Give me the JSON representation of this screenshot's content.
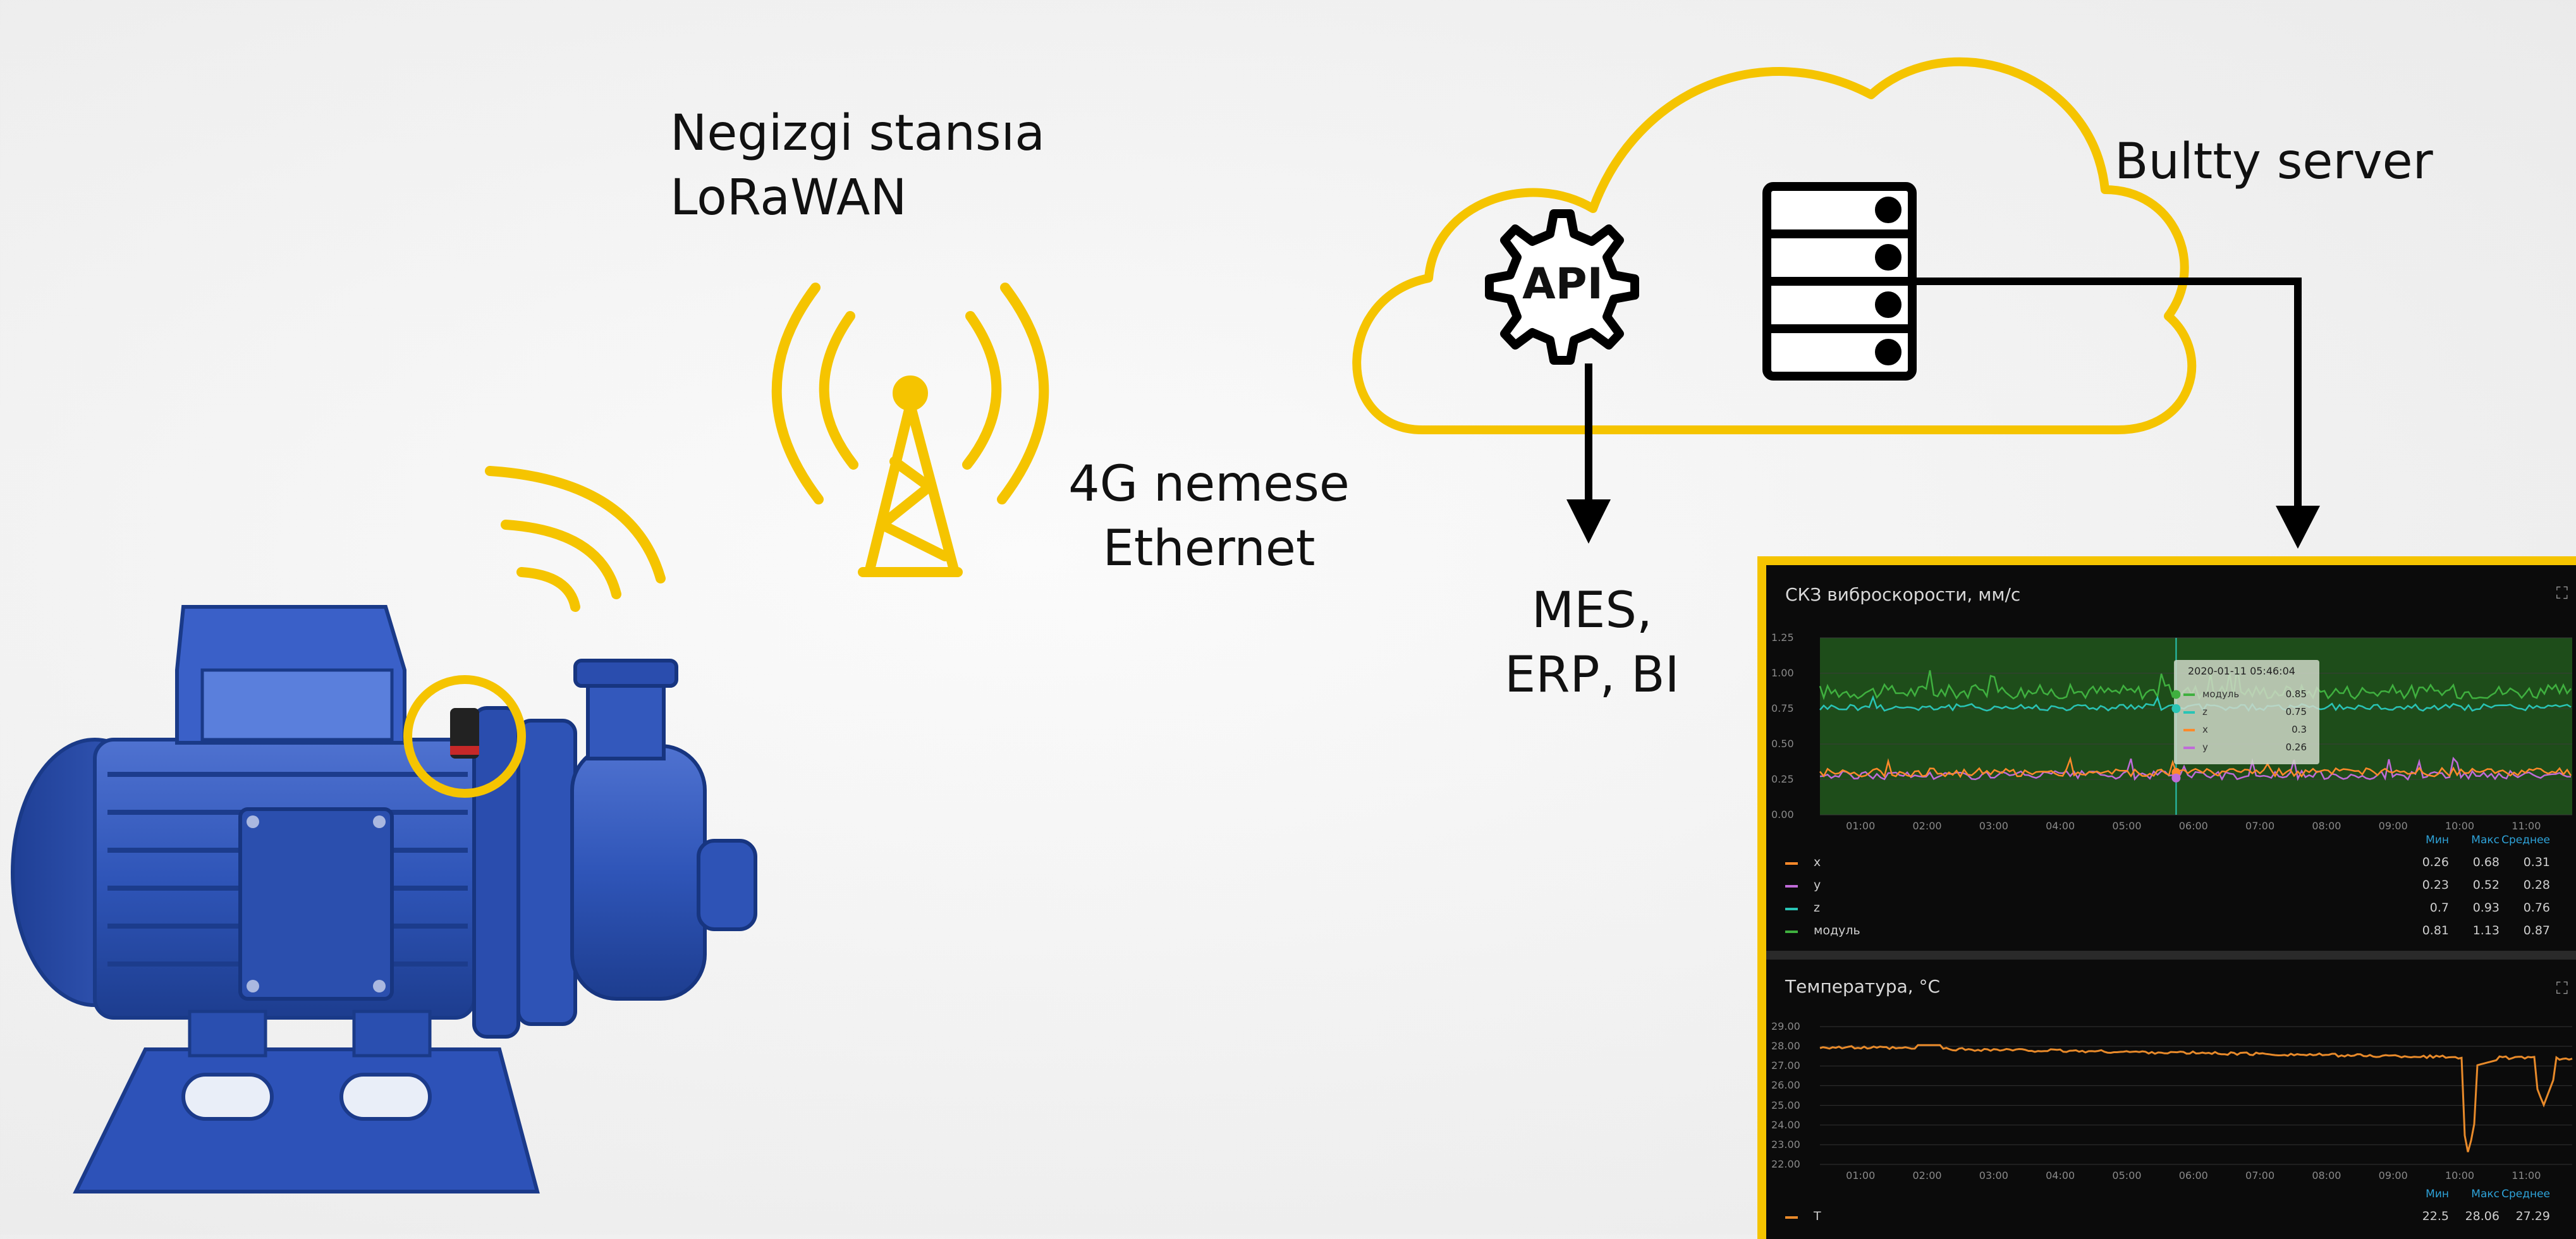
{
  "labels": {
    "base_station": [
      "Negizgi stansıa",
      "LoRaWAN"
    ],
    "network": [
      "4G nemese",
      "Ethernet"
    ],
    "cloud_server": "Bultty server",
    "api": "API",
    "consumers": [
      "MES,",
      "ERP, BI"
    ]
  },
  "colors": {
    "accent_yellow": "#f5c400",
    "motor_blue": "#2f4fa8",
    "line_black": "#000000"
  },
  "icons": [
    "wifi-waves-icon",
    "radio-tower-icon",
    "cloud-icon",
    "api-gear-icon",
    "server-icon",
    "arrow-down-icon"
  ],
  "dashboard": {
    "vibration_panel": {
      "title": "СКЗ виброскорости, мм/с",
      "y_ticks": [
        "1.25",
        "1.00",
        "0.75",
        "0.50",
        "0.25",
        "0.00"
      ],
      "x_ticks": [
        "01:00",
        "02:00",
        "03:00",
        "04:00",
        "05:00",
        "06:00",
        "07:00",
        "08:00",
        "09:00",
        "10:00",
        "11:00"
      ],
      "tooltip": {
        "time": "2020-01-11 05:46:04",
        "rows": [
          {
            "name": "модуль",
            "value": "0.85",
            "color": "#3fb03f"
          },
          {
            "name": "z",
            "value": "0.75",
            "color": "#29c4b5"
          },
          {
            "name": "x",
            "value": "0.3",
            "color": "#ff8a2a"
          },
          {
            "name": "y",
            "value": "0.26",
            "color": "#c06bd9"
          }
        ]
      },
      "legend_headers": [
        "Мин",
        "Макс",
        "Среднее"
      ],
      "legend": [
        {
          "name": "x",
          "color": "#ff8a2a",
          "min": "0.26",
          "max": "0.68",
          "avg": "0.31"
        },
        {
          "name": "y",
          "color": "#c06bd9",
          "min": "0.23",
          "max": "0.52",
          "avg": "0.28"
        },
        {
          "name": "z",
          "color": "#29c4b5",
          "min": "0.7",
          "max": "0.93",
          "avg": "0.76"
        },
        {
          "name": "модуль",
          "color": "#3fb03f",
          "min": "0.81",
          "max": "1.13",
          "avg": "0.87"
        }
      ]
    },
    "temperature_panel": {
      "title": "Температура, °C",
      "y_ticks": [
        "29.00",
        "28.00",
        "27.00",
        "26.00",
        "25.00",
        "24.00",
        "23.00",
        "22.00"
      ],
      "x_ticks": [
        "01:00",
        "02:00",
        "03:00",
        "04:00",
        "05:00",
        "06:00",
        "07:00",
        "08:00",
        "09:00",
        "10:00",
        "11:00"
      ],
      "legend_headers": [
        "Мин",
        "Макс",
        "Среднее"
      ],
      "legend": [
        {
          "name": "T",
          "color": "#e88a2a",
          "min": "22.5",
          "max": "28.06",
          "avg": "27.29"
        }
      ]
    }
  }
}
